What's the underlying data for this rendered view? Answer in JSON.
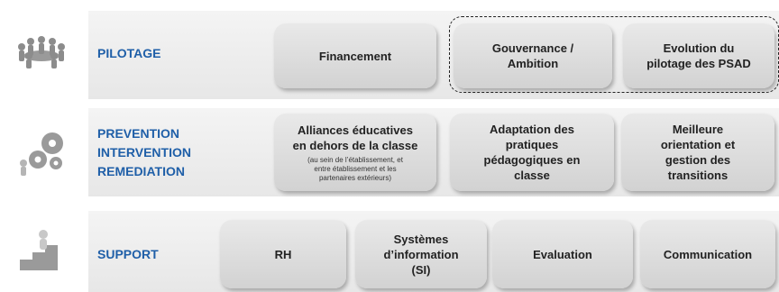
{
  "rows": {
    "pilotage": {
      "label": "PILOTAGE",
      "boxes": [
        {
          "title": "Financement"
        },
        {
          "title": "Gouvernance /\nAmbition"
        },
        {
          "title": "Evolution du\npilotage des PSAD"
        }
      ]
    },
    "prevention": {
      "label": "PREVENTION\nINTERVENTION\nREMEDIATION",
      "boxes": [
        {
          "title": "Alliances éducatives\nen dehors de la classe",
          "note": "(au sein de l’établissement,  et\nentre établissement  et les\npartenaires extérieurs)"
        },
        {
          "title": "Adaptation des\npratiques\npédagogiques en\nclasse"
        },
        {
          "title": "Meilleure\norientation et\ngestion des\ntransitions"
        }
      ]
    },
    "support": {
      "label": "SUPPORT",
      "boxes": [
        {
          "title": "RH"
        },
        {
          "title": "Systèmes\nd’information\n(SI)"
        },
        {
          "title": "Evaluation"
        },
        {
          "title": "Communication"
        }
      ]
    }
  },
  "colors": {
    "label": "#1f5fa8",
    "band": "#ececec",
    "box": "#dcdcdc",
    "dashed_border": "#222222"
  },
  "icons": [
    "people-circle-icon",
    "gears-push-icon",
    "figure-climbing-blocks-icon"
  ]
}
